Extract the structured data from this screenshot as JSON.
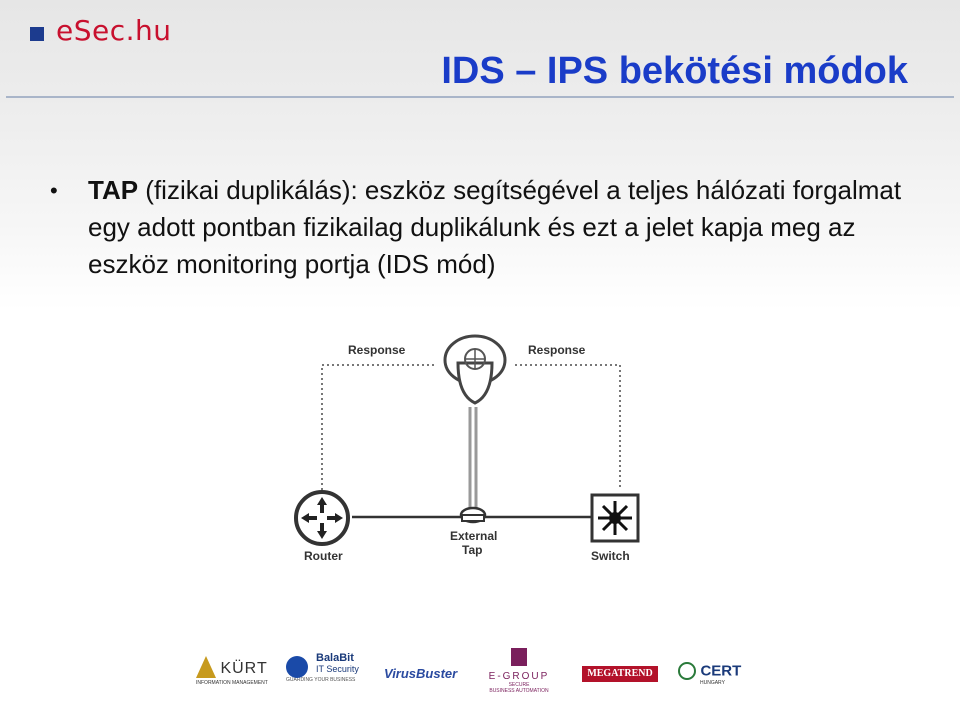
{
  "header": {
    "logo_text": "eSec.hu",
    "title": "IDS – IPS bekötési módok"
  },
  "content": {
    "bullet_lead": "TAP",
    "bullet_text": " (fizikai duplikálás): eszköz segítségével a teljes hálózati forgalmat egy adott pontban fizikailag duplikálunk és ezt a jelet kapja meg az eszköz monitoring portja (IDS mód)"
  },
  "diagram": {
    "response_left": "Response",
    "response_right": "Response",
    "router_label": "Router",
    "tap_label_1": "External",
    "tap_label_2": "Tap",
    "switch_label": "Switch"
  },
  "partners": {
    "kurt": "KÜRT",
    "kurt_sub": "INFORMATION MANAGEMENT",
    "balabit_1": "BalaBit",
    "balabit_2": "IT Security",
    "balabit_sub": "GUARDING YOUR BUSINESS",
    "virusbuster": "VirusBuster",
    "egroup": "E-GROUP",
    "egroup_sub1": "SECURE",
    "egroup_sub2": "BUSINESS AUTOMATION",
    "megatrend": "MEGATREND",
    "cert": "CERT",
    "cert_sub": "HUNGARY"
  },
  "colors": {
    "title": "#1a3cc8",
    "logo_red": "#c8102e",
    "logo_blue": "#1c3b8e",
    "megatrend_red": "#b3122a"
  }
}
